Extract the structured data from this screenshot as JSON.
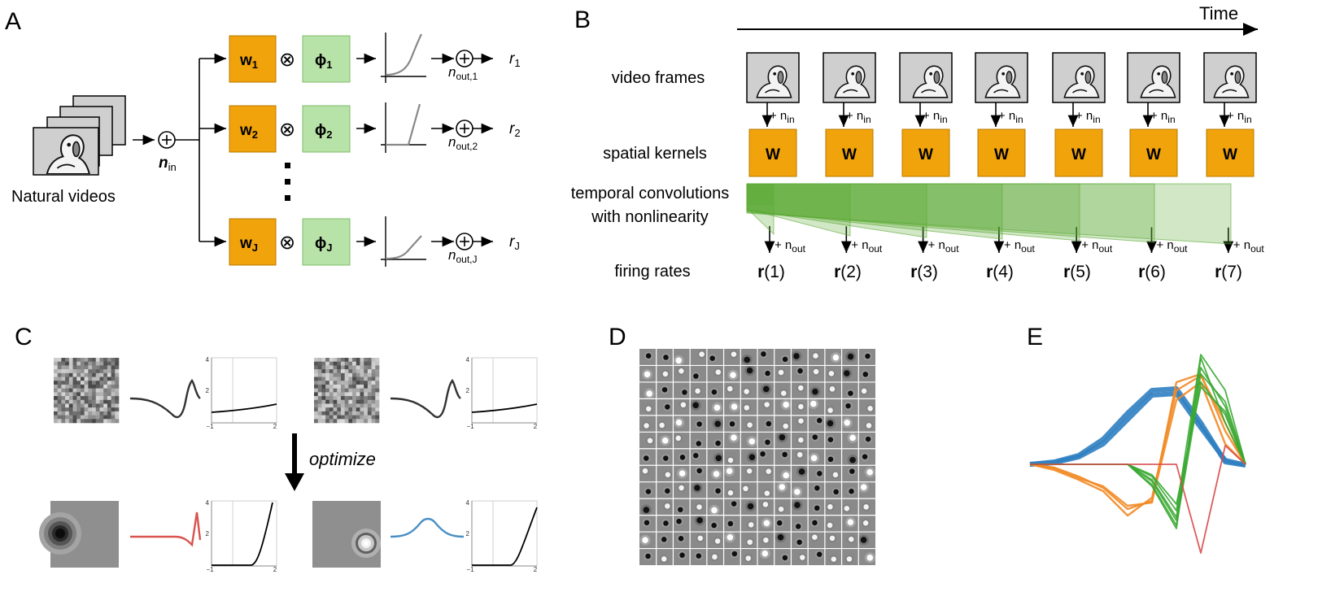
{
  "panel_labels": {
    "a": "A",
    "b": "B",
    "c": "C",
    "d": "D",
    "e": "E"
  },
  "panel_a": {
    "input_label": "Natural videos",
    "noise_in": {
      "base": "n",
      "sub": "in"
    },
    "weights": [
      {
        "base": "w",
        "sub": "1"
      },
      {
        "base": "w",
        "sub": "2"
      },
      {
        "base": "w",
        "sub": "J"
      }
    ],
    "filters": [
      {
        "base": "ϕ",
        "sub": "1"
      },
      {
        "base": "ϕ",
        "sub": "2"
      },
      {
        "base": "ϕ",
        "sub": "J"
      }
    ],
    "noise_out": [
      {
        "base": "n",
        "sub": "out,1"
      },
      {
        "base": "n",
        "sub": "out,2"
      },
      {
        "base": "n",
        "sub": "out,J"
      }
    ],
    "outputs": [
      {
        "base": "r",
        "sub": "1"
      },
      {
        "base": "r",
        "sub": "2"
      },
      {
        "base": "r",
        "sub": "J"
      }
    ],
    "times_symbol": "⊗",
    "ellipsis": "⋮"
  },
  "panel_b": {
    "time_label": "Time",
    "rows": {
      "frames": "video frames",
      "kernels": "spatial kernels",
      "temporal_line1": "temporal convolutions",
      "temporal_line2": "with nonlinearity",
      "rates": "firing rates"
    },
    "kernel_label": "W",
    "noise_in": "+ n",
    "noise_in_sub": "in",
    "noise_out": "+ n",
    "noise_out_sub": "out",
    "rates_bold": "r",
    "rate_indices": [
      "(1)",
      "(2)",
      "(3)",
      "(4)",
      "(5)",
      "(6)",
      "(7)"
    ]
  },
  "panel_c": {
    "optimize_label": "optimize",
    "plot_ticks": {
      "x_min": "−1",
      "x_max": "2",
      "y_mid": "2",
      "y_max": "4"
    },
    "temporal_colors": {
      "init": "#333333",
      "opt_off": "#d9534f",
      "opt_on": "#4a8fc4"
    }
  },
  "panel_e": {
    "series_colors": {
      "blue": "#2f7fc1",
      "orange": "#f28a25",
      "green": "#3aa832",
      "red": "#d94a4a"
    }
  },
  "colors": {
    "weight_box": "#f0a30a",
    "filter_box": "#b7e2a8",
    "temporal_green": "#5aa832"
  }
}
